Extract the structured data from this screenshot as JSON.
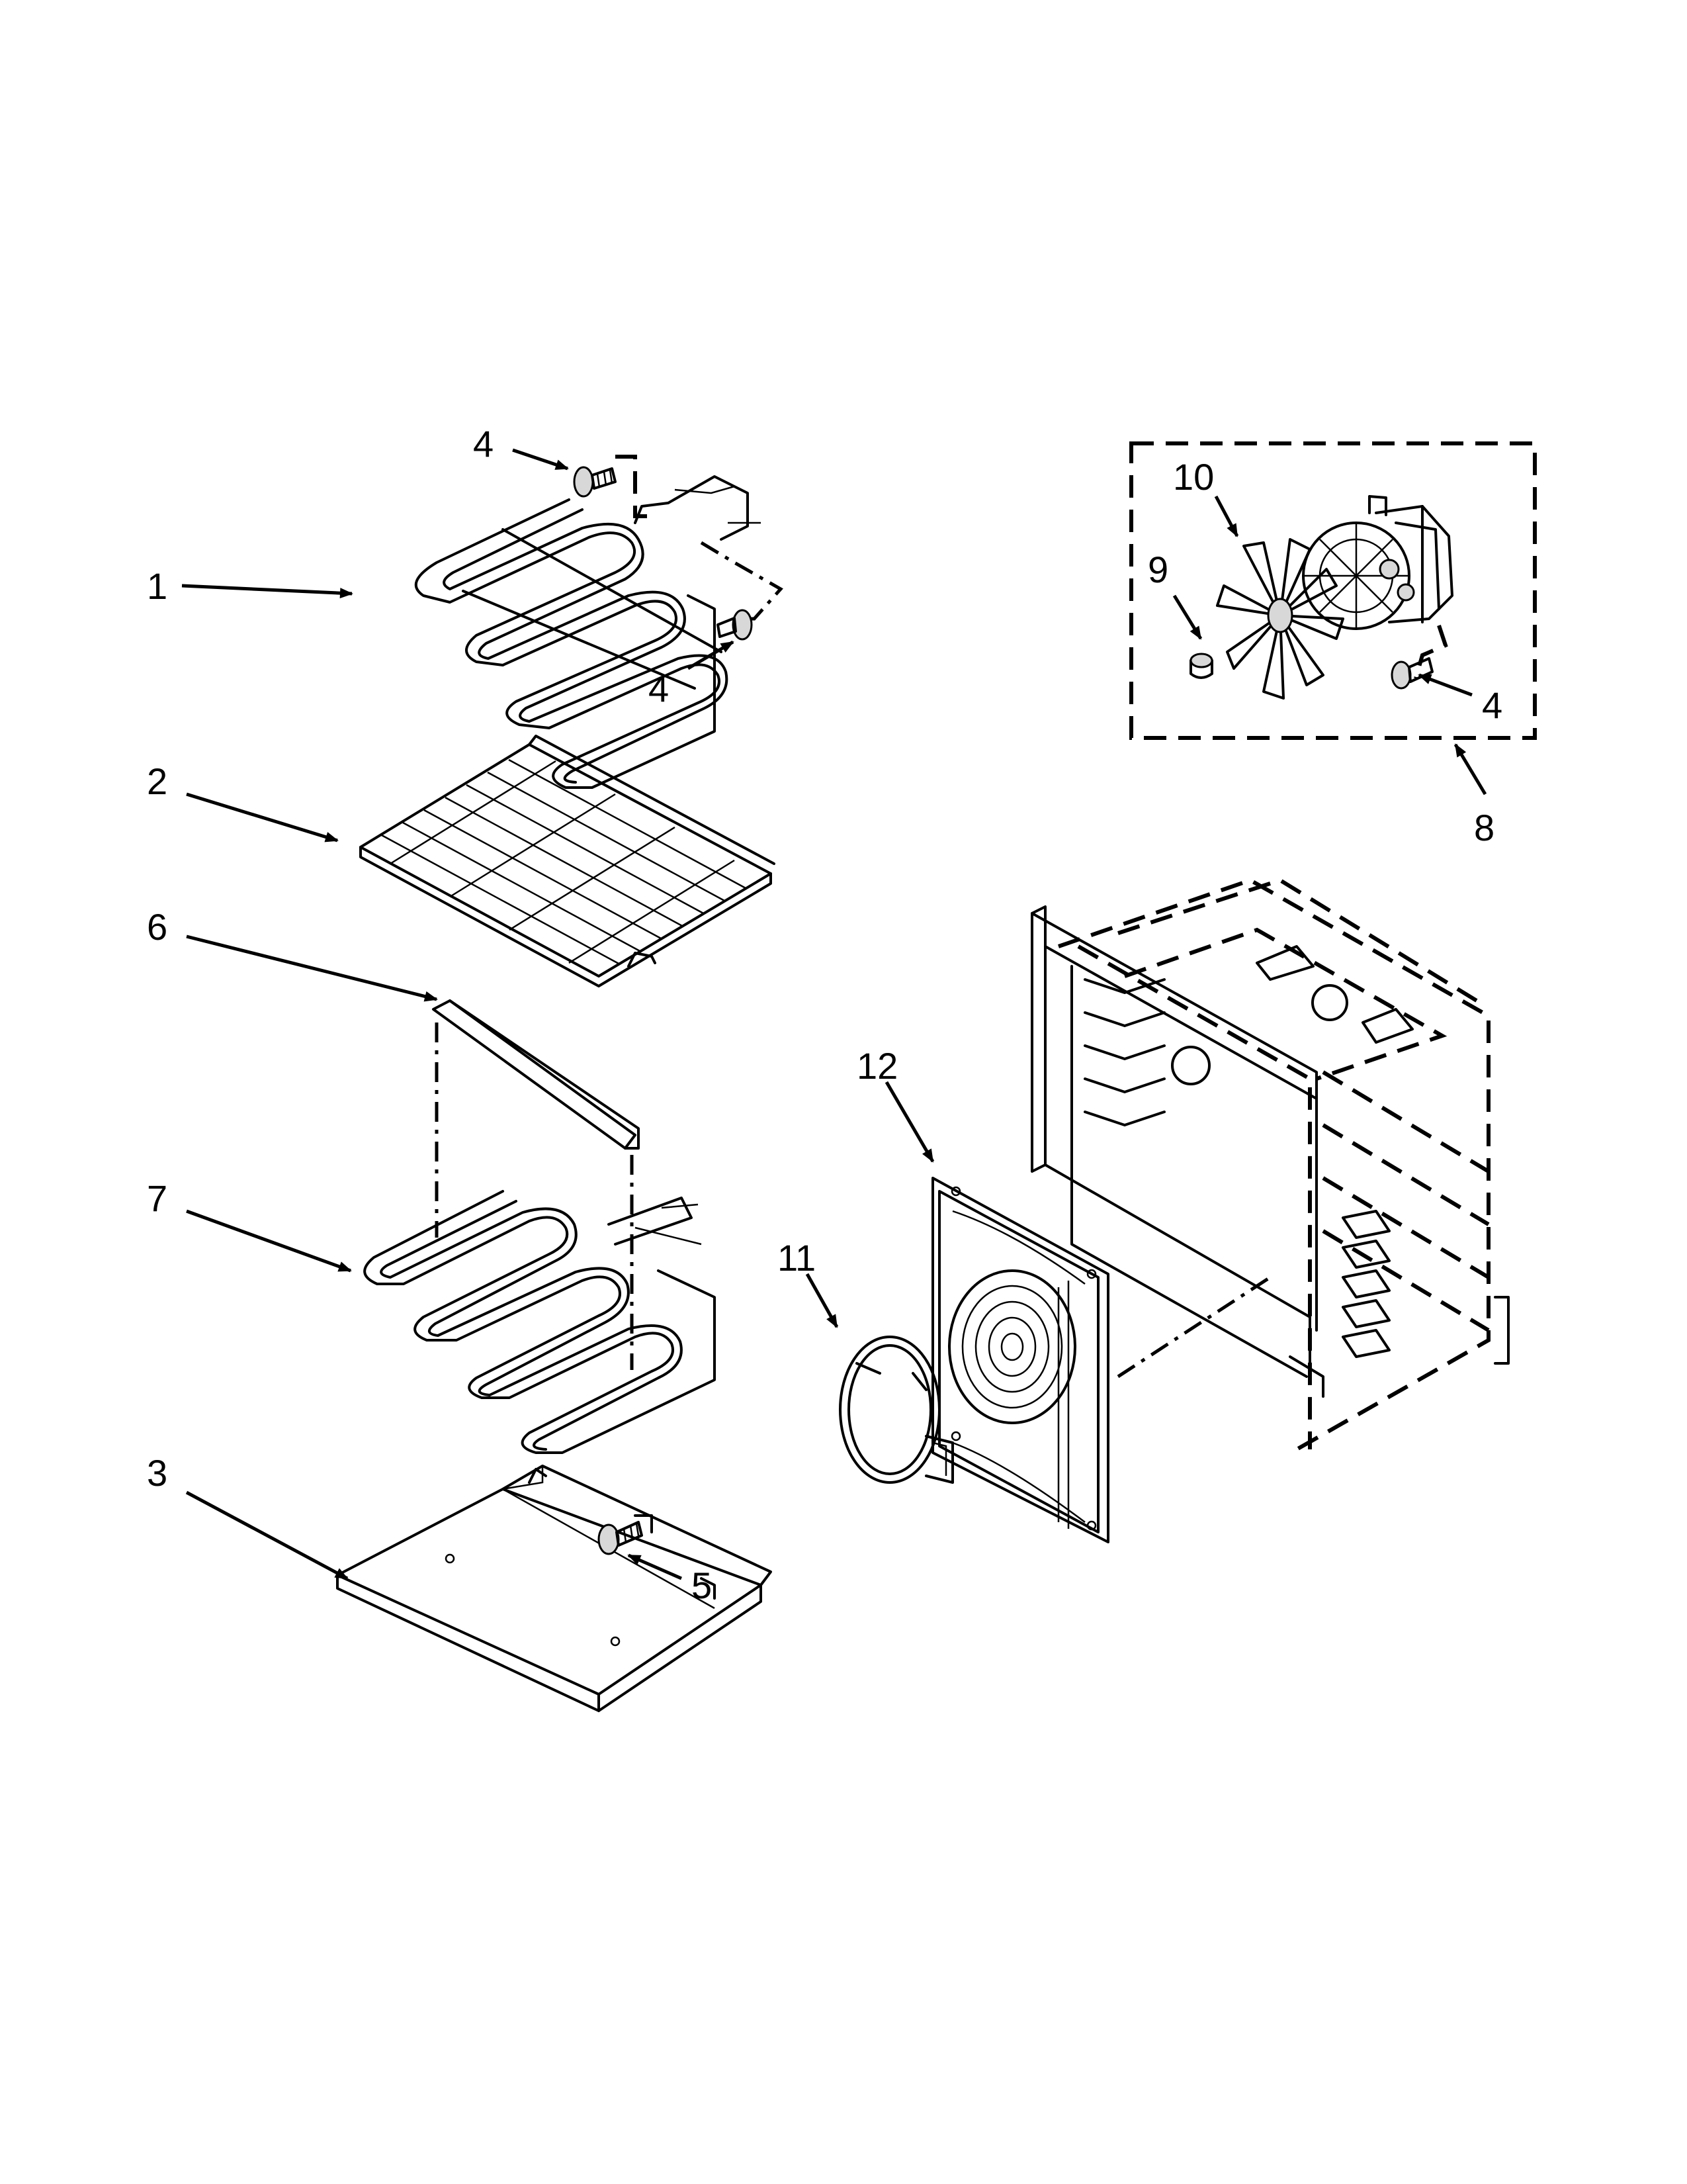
{
  "callouts": {
    "c1": "1",
    "c2": "2",
    "c3": "3",
    "c4_top": "4",
    "c4_mid": "4",
    "c4_right": "4",
    "c5": "5",
    "c6": "6",
    "c7": "7",
    "c8": "8",
    "c9": "9",
    "c10": "10",
    "c11": "11",
    "c12": "12"
  },
  "parts": {
    "p1": "bake-broil-element-upper",
    "p2": "oven-rack",
    "p3": "bottom-panel",
    "p4": "screw",
    "p5": "screw",
    "p6": "element-shield",
    "p7": "lower-element",
    "p8": "convection-fan-motor-assembly",
    "p9": "fan-nut",
    "p10": "fan-blade",
    "p11": "convection-ring-element",
    "p12": "fan-cover-panel",
    "cavity": "oven-cavity"
  }
}
